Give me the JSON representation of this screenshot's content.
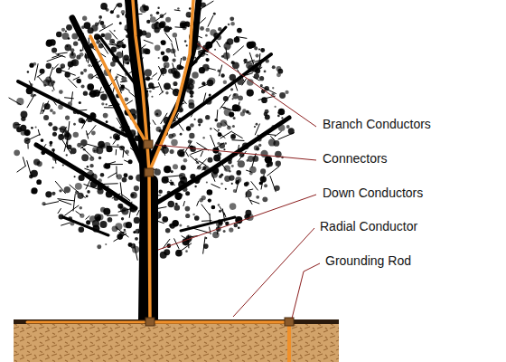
{
  "diagram": {
    "labels": [
      "Branch Conductors",
      "Connectors",
      "Down Conductors",
      "Radial Conductor",
      "Grounding Rod"
    ]
  }
}
